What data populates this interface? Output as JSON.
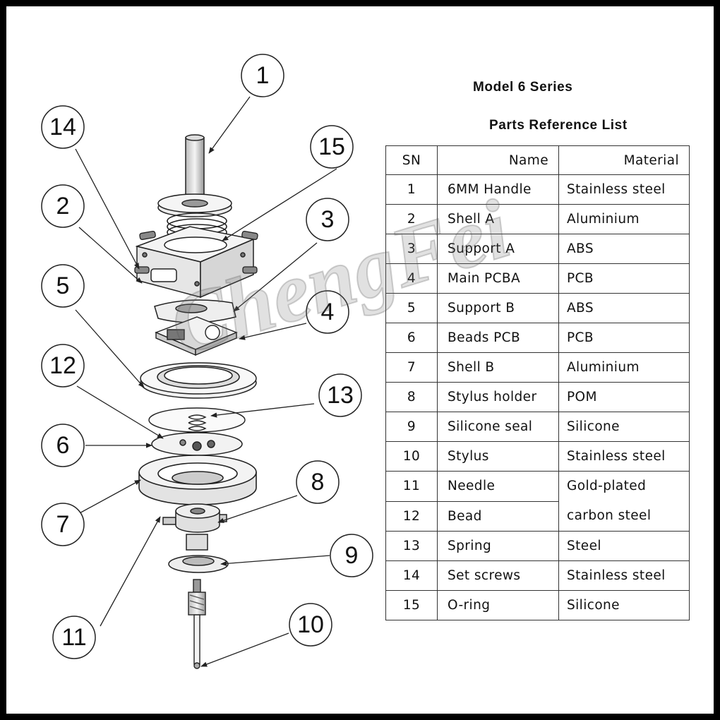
{
  "heading": {
    "title": "Model 6 Series",
    "subtitle": "Parts Reference List"
  },
  "table": {
    "headers": {
      "sn": "SN",
      "name": "Name",
      "material": "Material"
    },
    "rows": [
      {
        "sn": "1",
        "name": "6MM Handle",
        "material": "Stainless steel"
      },
      {
        "sn": "2",
        "name": "Shell A",
        "material": "Aluminium"
      },
      {
        "sn": "3",
        "name": "Support A",
        "material": "ABS"
      },
      {
        "sn": "4",
        "name": "Main PCBA",
        "material": "PCB"
      },
      {
        "sn": "5",
        "name": "Support B",
        "material": "ABS"
      },
      {
        "sn": "6",
        "name": "Beads PCB",
        "material": "PCB"
      },
      {
        "sn": "7",
        "name": "Shell B",
        "material": "Aluminium"
      },
      {
        "sn": "8",
        "name": "Stylus holder",
        "material": "POM"
      },
      {
        "sn": "9",
        "name": "Silicone seal",
        "material": "Silicone"
      },
      {
        "sn": "10",
        "name": "Stylus",
        "material": "Stainless steel"
      },
      {
        "sn": "11",
        "name": "Needle",
        "material": "Gold-plated"
      },
      {
        "sn": "12",
        "name": "Bead",
        "material": "carbon steel"
      },
      {
        "sn": "13",
        "name": "Spring",
        "material": "Steel"
      },
      {
        "sn": "14",
        "name": "Set screws",
        "material": "Stainless steel"
      },
      {
        "sn": "15",
        "name": "O-ring",
        "material": "Silicone"
      }
    ]
  },
  "callouts": [
    "1",
    "2",
    "3",
    "4",
    "5",
    "6",
    "7",
    "8",
    "9",
    "10",
    "11",
    "12",
    "13",
    "14",
    "15"
  ],
  "watermark": "ChengFei"
}
